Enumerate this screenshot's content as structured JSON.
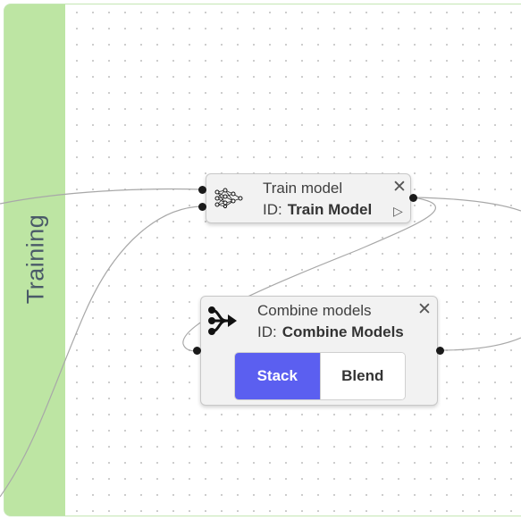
{
  "group": {
    "label": "Training"
  },
  "nodes": {
    "train": {
      "title": "Train model",
      "id_label": "ID:",
      "id_value": "Train Model",
      "close_glyph": "✕",
      "play_glyph": "▷",
      "icon": "neural-network-icon"
    },
    "combine": {
      "title": "Combine models",
      "id_label": "ID:",
      "id_value": "Combine Models",
      "close_glyph": "✕",
      "icon": "merge-arrow-icon",
      "options": [
        "Stack",
        "Blend"
      ],
      "selected": "Stack"
    }
  },
  "colors": {
    "group_band": "#bde5a3",
    "group_border": "#c4e6b3",
    "selected_option": "#5b5ff0",
    "wire": "#a8a8a8"
  }
}
